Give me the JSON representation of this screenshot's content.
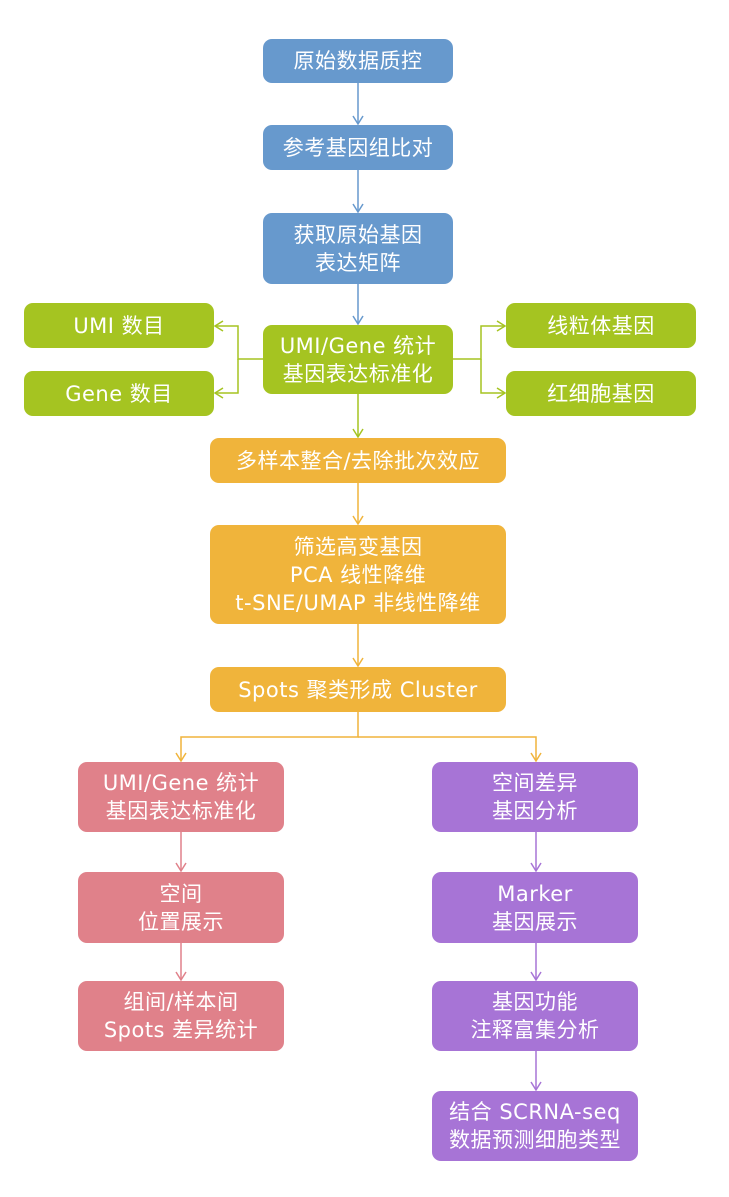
{
  "colors": {
    "blue": "#6799cd",
    "green": "#a5c421",
    "orange": "#f0b43b",
    "pink": "#e0818a",
    "purple": "#a774d6"
  },
  "nodes": {
    "raw_qc": [
      "原始数据质控"
    ],
    "ref_align": [
      "参考基因组比对"
    ],
    "raw_matrix": [
      "获取原始基因",
      "表达矩阵"
    ],
    "umi_gene_stats": [
      "UMI/Gene 统计",
      "基因表达标准化"
    ],
    "umi_count": [
      "UMI 数目"
    ],
    "gene_count": [
      "Gene 数目"
    ],
    "mito_genes": [
      "线粒体基因"
    ],
    "rbc_genes": [
      "红细胞基因"
    ],
    "batch_integration": [
      "多样本整合/去除批次效应"
    ],
    "dim_reduction": [
      "筛选高变基因",
      "PCA 线性降维",
      "t-SNE/UMAP 非线性降维"
    ],
    "clustering": [
      "Spots 聚类形成 Cluster"
    ],
    "left_stats": [
      "UMI/Gene 统计",
      "基因表达标准化"
    ],
    "spatial_display": [
      "空间",
      "位置展示"
    ],
    "diff_stats": [
      "组间/样本间",
      "Spots 差异统计"
    ],
    "spatial_diff": [
      "空间差异",
      "基因分析"
    ],
    "marker_display": [
      "Marker",
      "基因展示"
    ],
    "enrichment": [
      "基因功能",
      "注释富集分析"
    ],
    "scrna_predict": [
      "结合 SCRNA-seq",
      "数据预测细胞类型"
    ]
  }
}
